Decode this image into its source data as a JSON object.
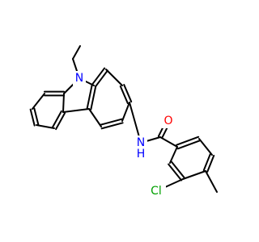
{
  "molecule": {
    "labels": {
      "n_ring": "N",
      "n_amide": "N",
      "h_amide": "H",
      "o_carbonyl": "O",
      "cl": "Cl"
    },
    "colors": {
      "bond": "#000000",
      "n_ring": "#0000ff",
      "n_amide": "#0000ff",
      "h_amide": "#0000ff",
      "o_carbonyl": "#ff0000",
      "cl": "#00a000"
    }
  }
}
